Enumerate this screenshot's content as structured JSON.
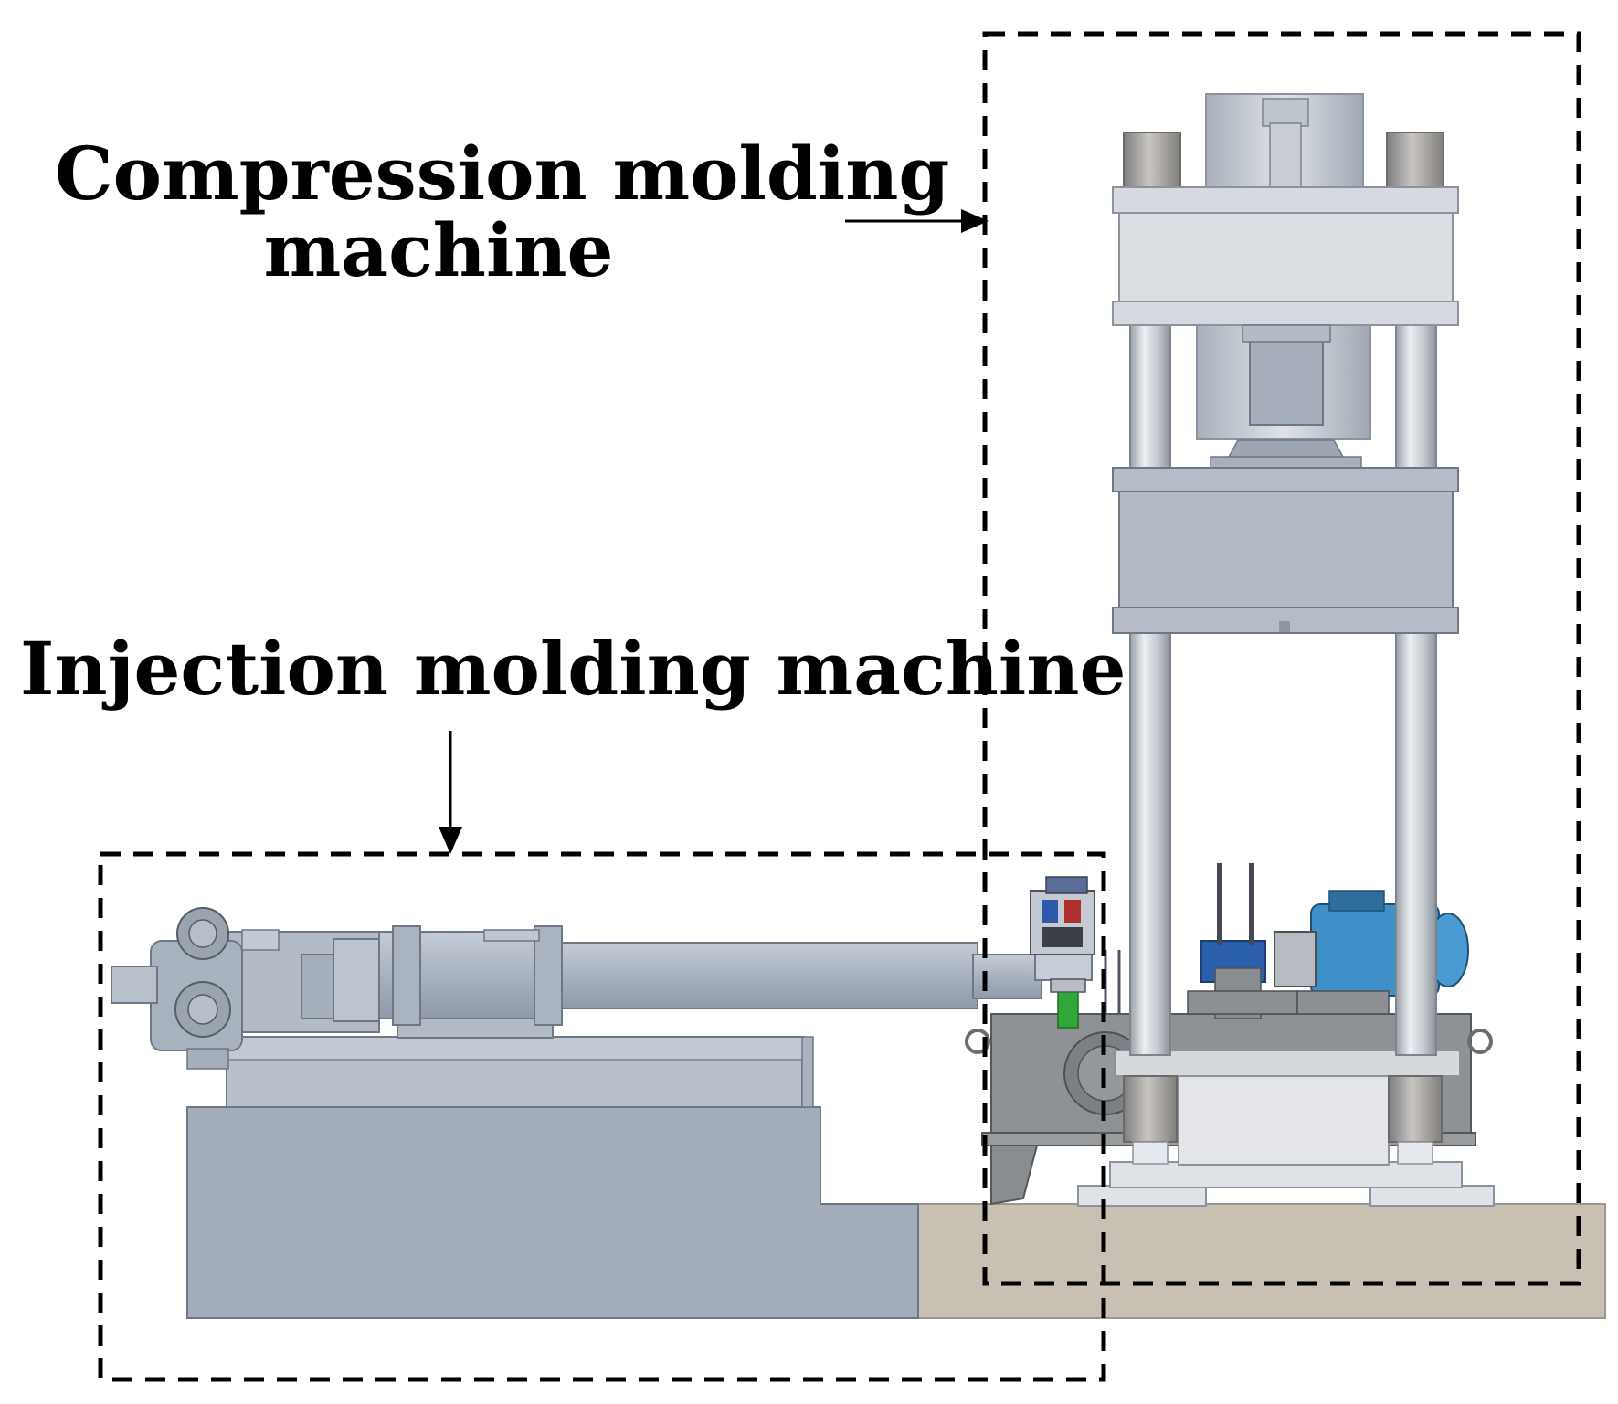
{
  "labels": {
    "compression_line1": "Compression molding",
    "compression_line2": "machine",
    "injection": "Injection molding machine"
  },
  "colors": {
    "steel_light": "#d2d6dc",
    "steel_mid": "#b3b9c4",
    "steel_dark": "#9aa4b4",
    "concrete": "#c9c0b4",
    "hydraulic_box": "#8f9295",
    "valve_green": "#2fa838",
    "motor_blue": "#3f8fc8",
    "dash": "#000000"
  },
  "icons": {
    "arrow": "arrow-icon"
  }
}
